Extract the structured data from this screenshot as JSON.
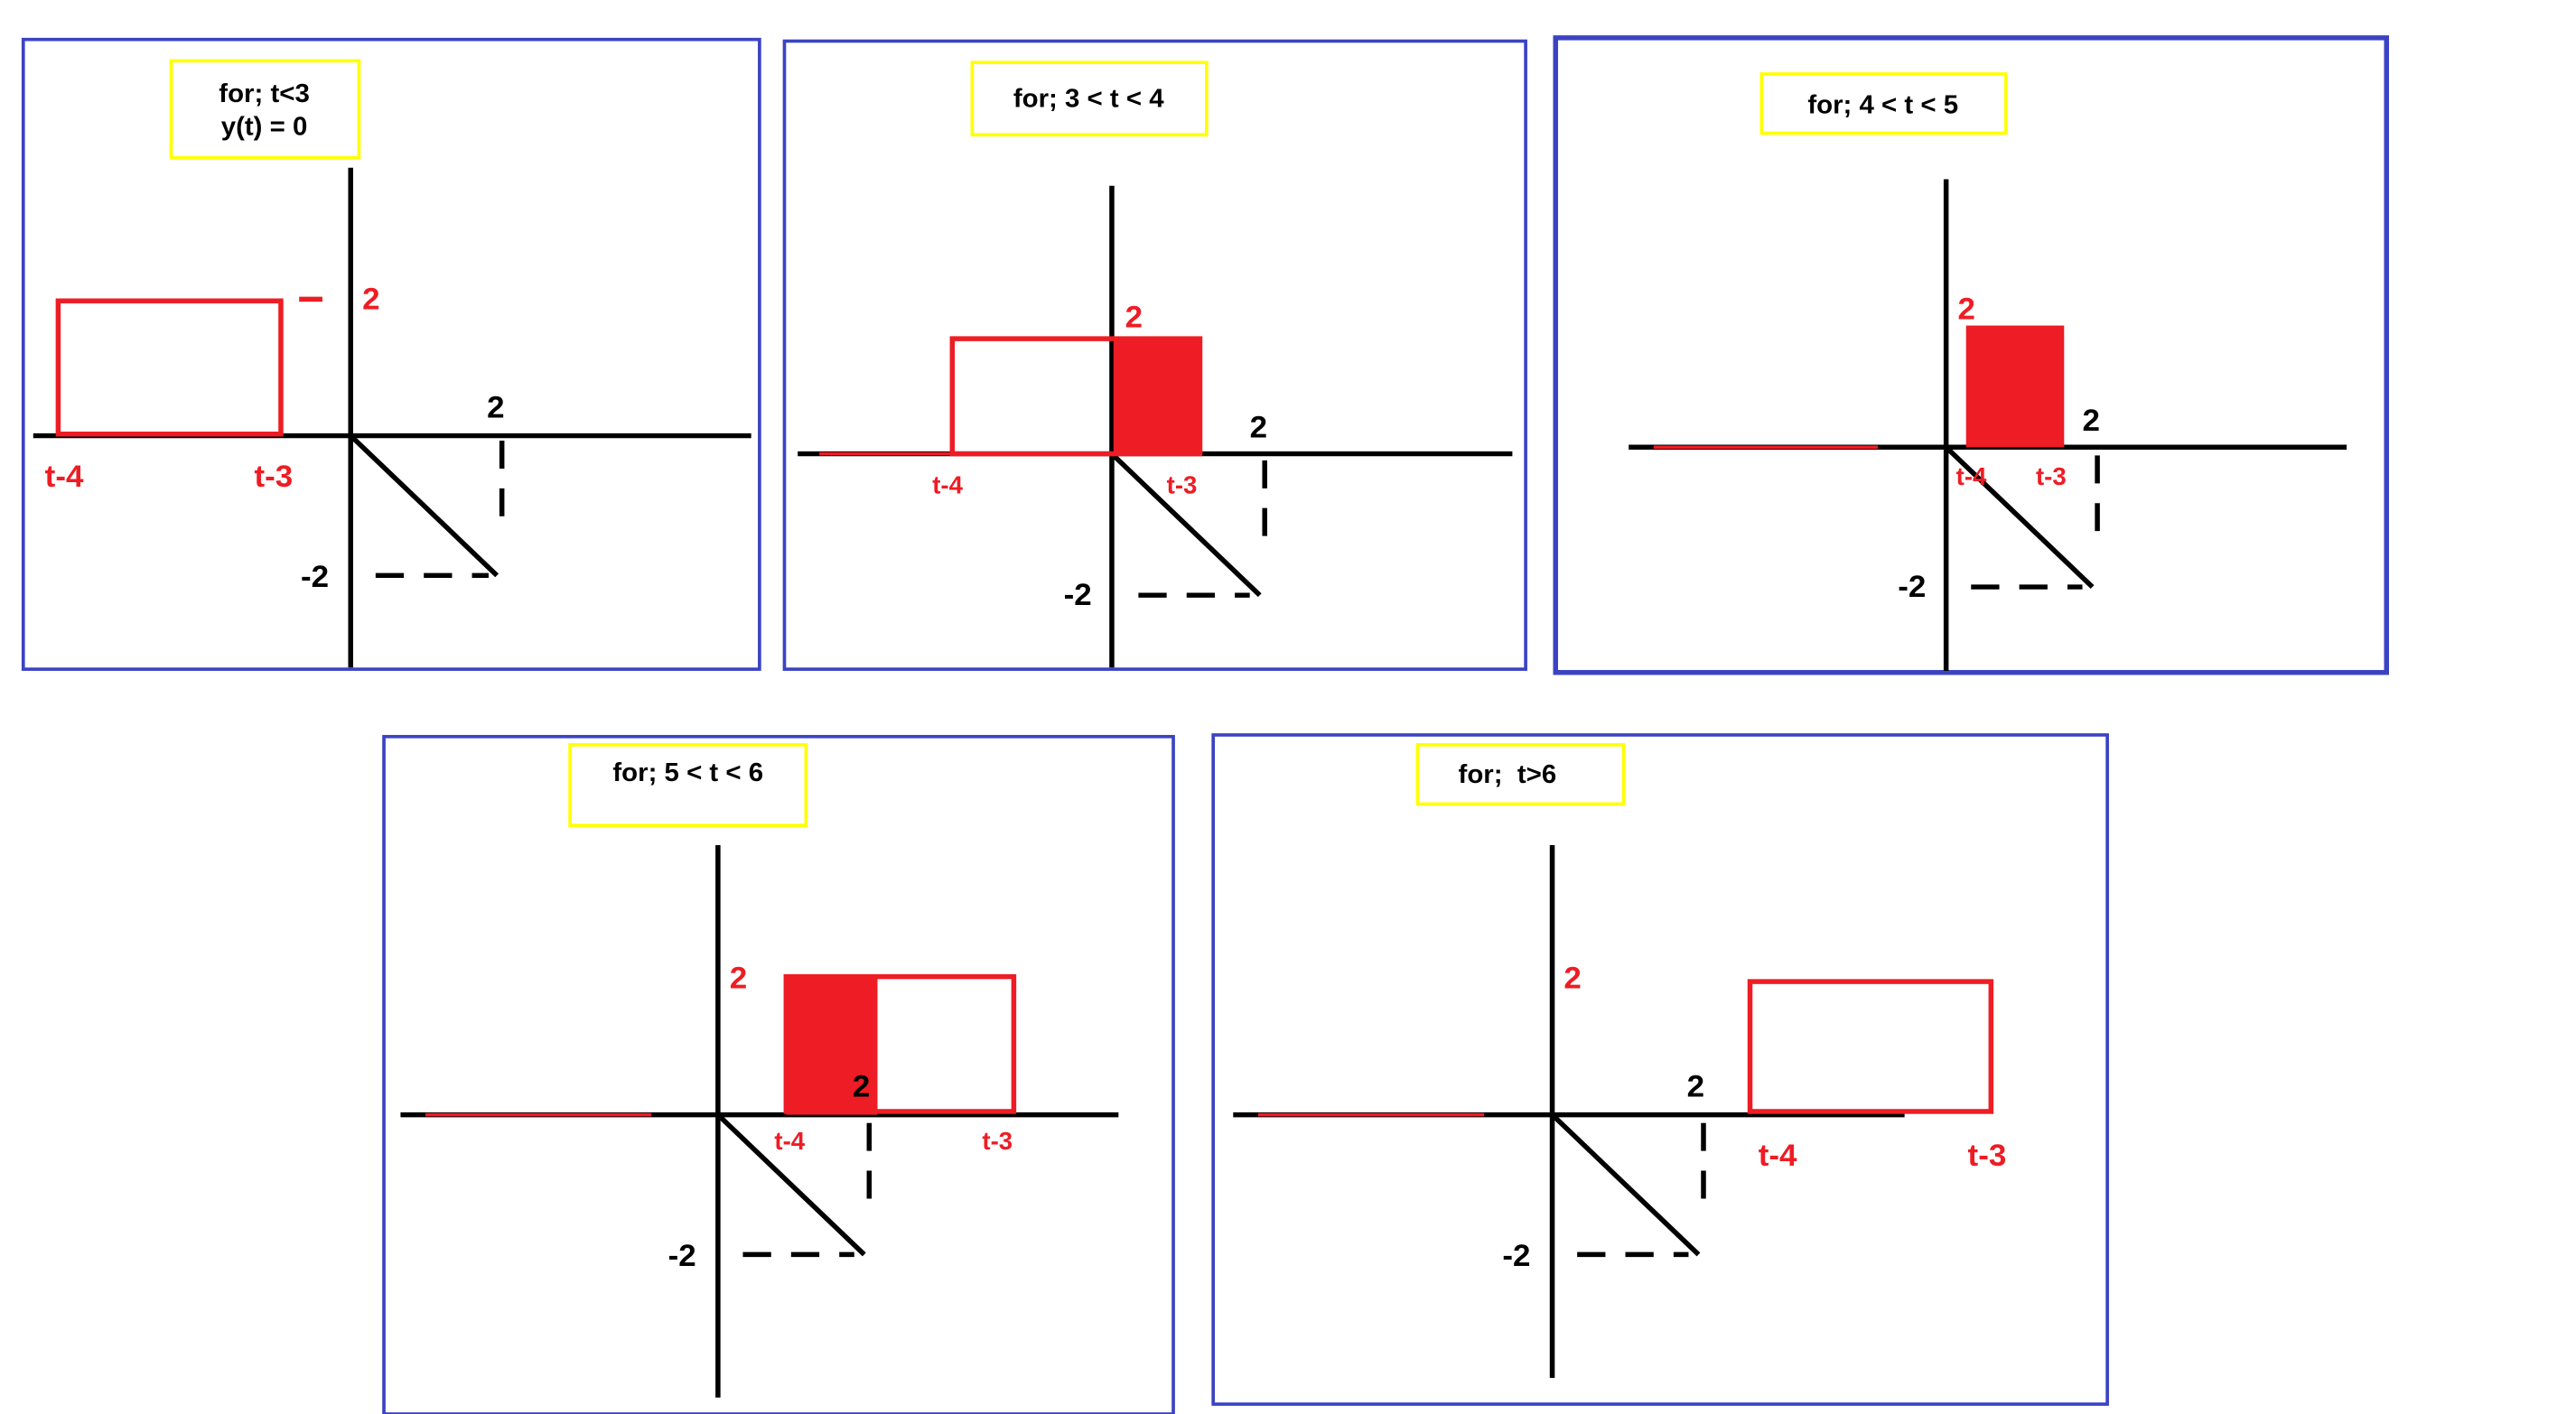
{
  "colors": {
    "frame": "#3b43c4",
    "note_border": "#ffff00",
    "pulse": "#ee1c24",
    "axis": "#000000"
  },
  "panels": [
    {
      "id": "p1",
      "note_lines": [
        "for; t<3",
        "y(t) = 0"
      ],
      "labels": {
        "pulse_height": "2",
        "x_tick": "2",
        "y_tick": "-2",
        "left_edge": "t-4",
        "right_edge": "t-3"
      }
    },
    {
      "id": "p2",
      "note_lines": [
        "for; 3 < t < 4"
      ],
      "labels": {
        "pulse_height": "2",
        "x_tick": "2",
        "y_tick": "-2",
        "left_edge": "t-4",
        "right_edge": "t-3"
      }
    },
    {
      "id": "p3",
      "note_lines": [
        "for; 4 < t < 5"
      ],
      "labels": {
        "pulse_height": "2",
        "x_tick": "2",
        "y_tick": "-2",
        "left_edge": "t-4",
        "right_edge": "t-3"
      }
    },
    {
      "id": "p4",
      "note_lines": [
        "for; 5 < t < 6"
      ],
      "labels": {
        "pulse_height": "2",
        "x_tick": "2",
        "y_tick": "-2",
        "left_edge": "t-4",
        "right_edge": "t-3"
      }
    },
    {
      "id": "p5",
      "note_lines": [
        "for;  t>6"
      ],
      "labels": {
        "pulse_height": "2",
        "x_tick": "2",
        "y_tick": "-2",
        "left_edge": "t-4",
        "right_edge": "t-3"
      }
    }
  ]
}
